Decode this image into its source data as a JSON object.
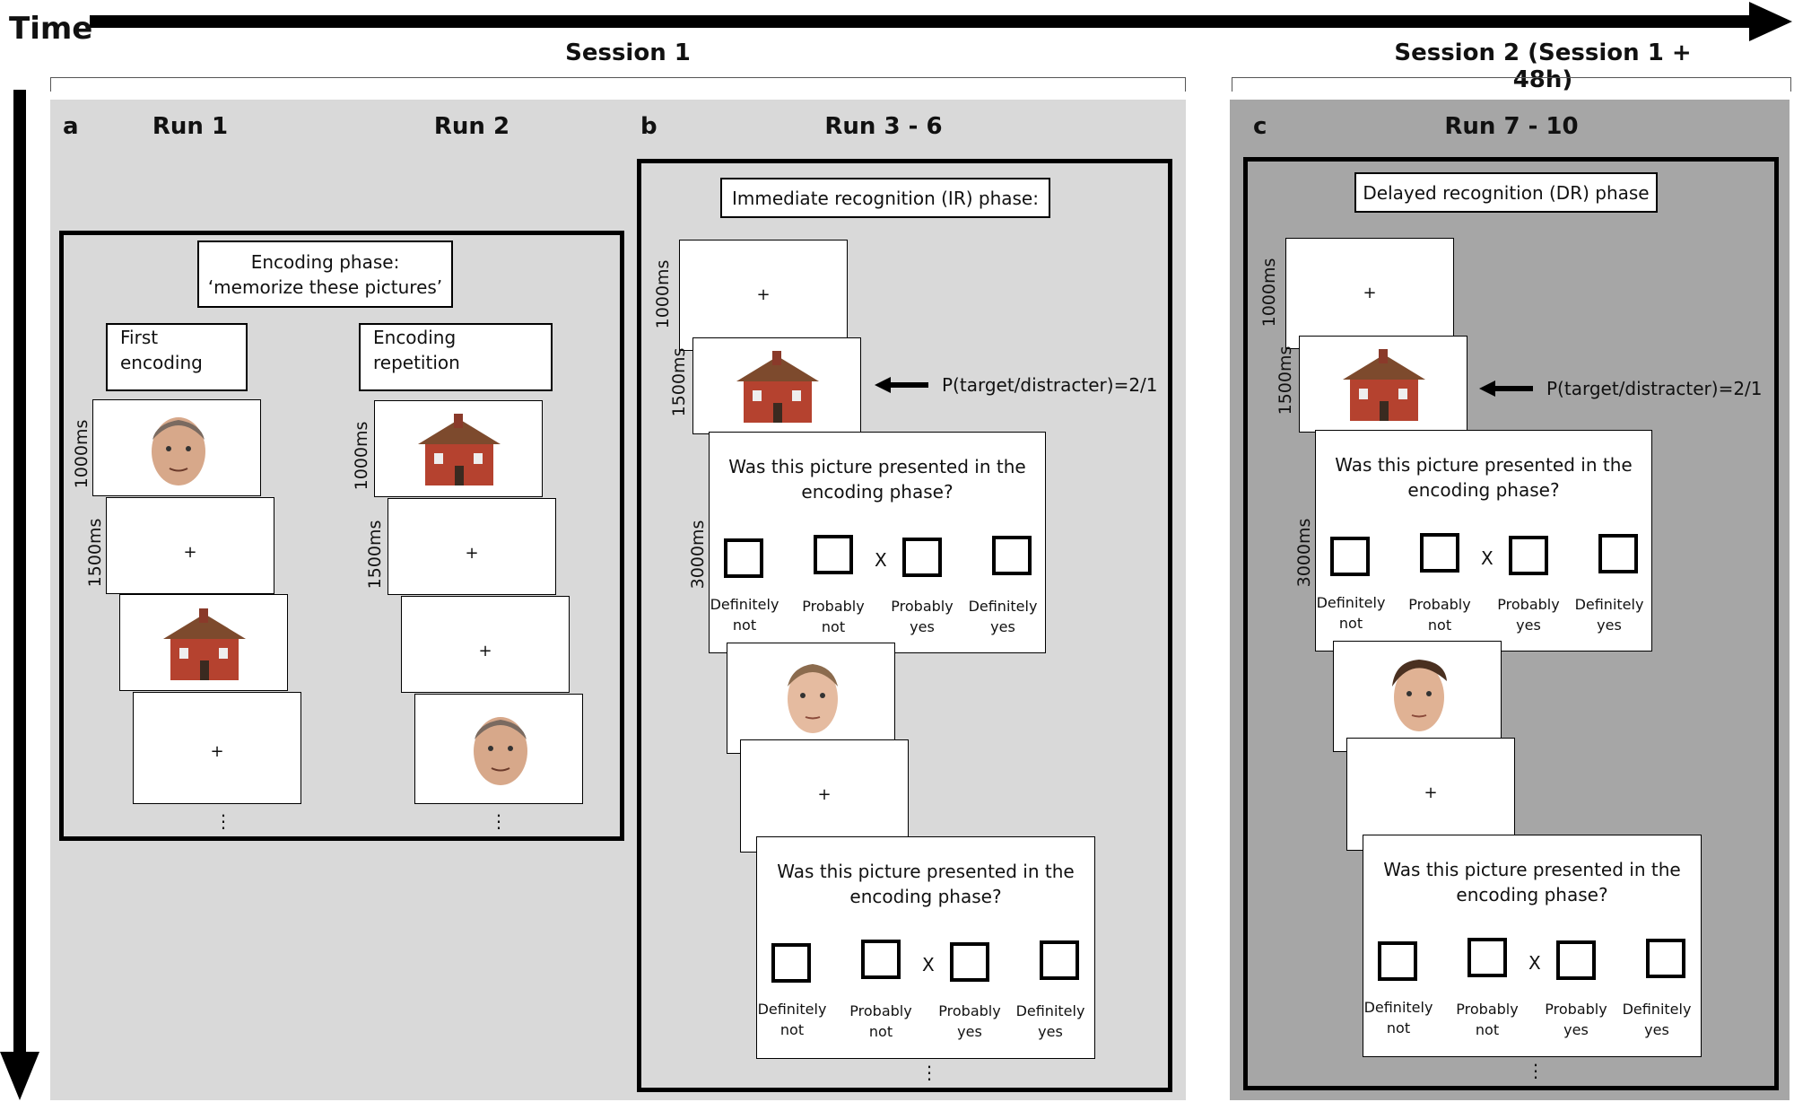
{
  "time_label": "Time",
  "session1_label": "Session 1",
  "session2_label": "Session 2 (Session 1 + 48h)",
  "panel_a": {
    "letter": "a",
    "run1": "Run 1",
    "run2": "Run 2",
    "encoding_phase": "Encoding phase:",
    "encoding_instruction": "‘memorize these pictures’",
    "first_encoding_1": "First",
    "first_encoding_2": "encoding",
    "repetition_1": "Encoding",
    "repetition_2": "repetition",
    "t1000": "1000ms",
    "t1500": "1500ms"
  },
  "panel_b": {
    "letter": "b",
    "run": "Run 3 - 6",
    "phase": "Immediate recognition (IR) phase:"
  },
  "panel_c": {
    "letter": "c",
    "run": "Run 7 - 10",
    "phase": "Delayed recognition (DR) phase"
  },
  "t1000": "1000ms",
  "t1500": "1500ms",
  "t3000": "3000ms",
  "cross": "+",
  "ratio": "P(target/distracter)=2/1",
  "question_1": "Was this picture presented in the",
  "question_2": "encoding phase?",
  "x_mark": "X",
  "opt_defnot_1": "Definitely",
  "opt_defnot_2": "not",
  "opt_probnot_1": "Probably",
  "opt_probnot_2": "not",
  "opt_probyes_1": "Probably",
  "opt_probyes_2": "yes",
  "opt_defyes_1": "Definitely",
  "opt_defyes_2": "yes",
  "dots": "⋮",
  "icons": [
    "face-icon",
    "house-icon"
  ]
}
